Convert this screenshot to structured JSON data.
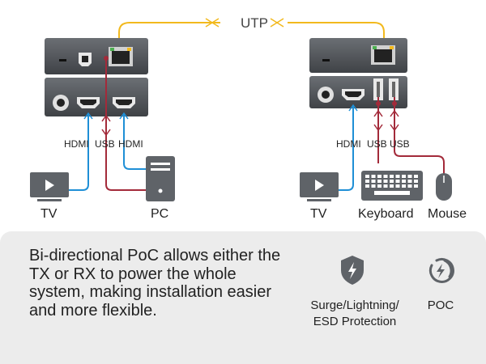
{
  "diagram": {
    "link_label": "UTP",
    "transmitter": {
      "port_labels": [
        "HDMI",
        "USB",
        "HDMI"
      ],
      "devices": [
        "TV",
        "PC"
      ]
    },
    "receiver": {
      "port_labels": [
        "HDMI",
        "USB",
        "USB"
      ],
      "devices": [
        "TV",
        "Keyboard",
        "Mouse"
      ]
    },
    "colors": {
      "hdmi_line": "#1f8fd6",
      "usb_line": "#a32a3a",
      "utp_line": "#f2b91d",
      "device": "#5f6368",
      "panel": "#ececec"
    }
  },
  "features": {
    "description": "Bi-directional PoC allows either the TX or RX to power the whole system, making installation easier and more flexible.",
    "items": [
      {
        "icon": "shield-lightning-icon",
        "label_line1": "Surge/Lightning/",
        "label_line2": "ESD Protection"
      },
      {
        "icon": "poc-power-icon",
        "label": "POC"
      }
    ]
  }
}
